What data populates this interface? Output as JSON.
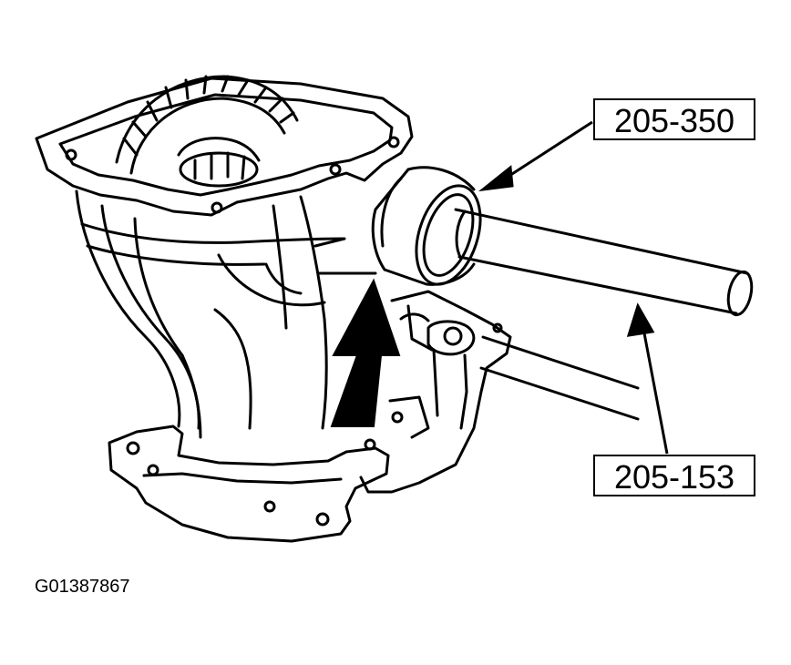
{
  "callouts": {
    "driver_handle": "205-350",
    "bearing_installer": "205-153"
  },
  "figure_id": "G01387867",
  "colors": {
    "ink": "#000000",
    "paper": "#ffffff"
  }
}
